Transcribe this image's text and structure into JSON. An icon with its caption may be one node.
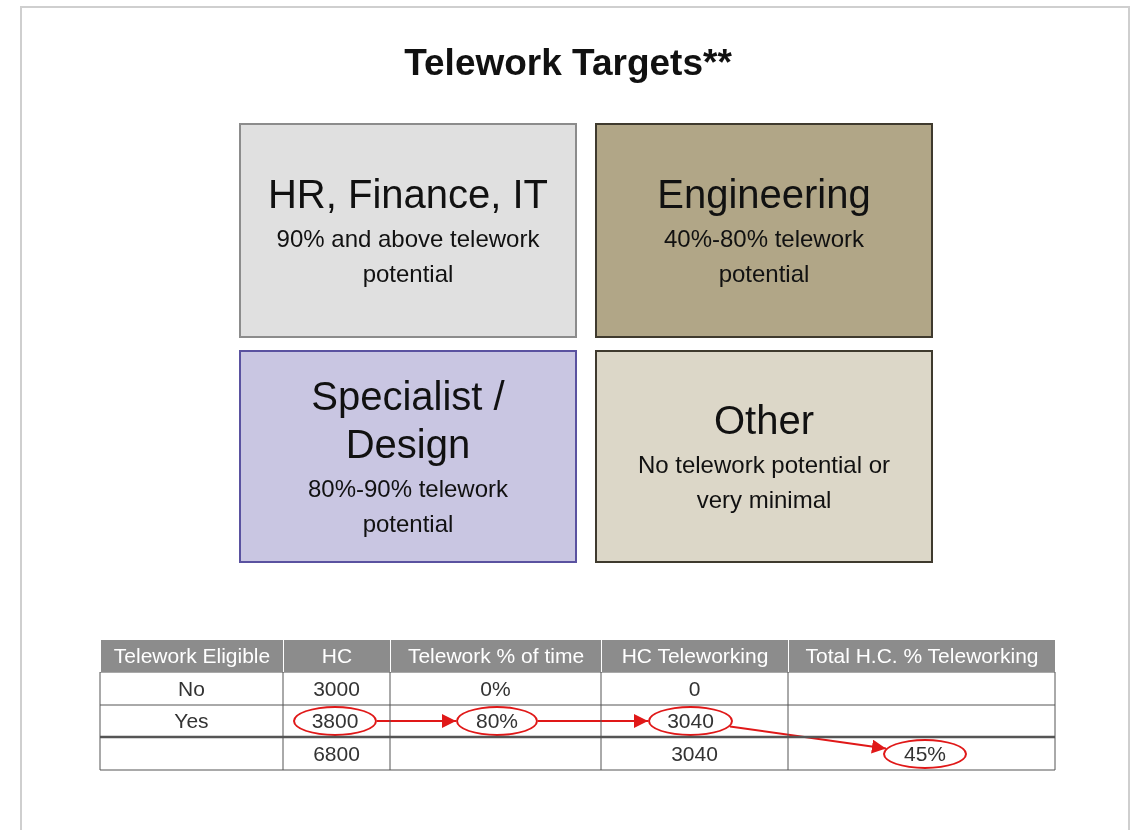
{
  "diagram": {
    "title": "Telework Targets**",
    "nodes": [
      {
        "text": [
          "HR, Finance, IT",
          "90% and above telework potential"
        ]
      },
      {
        "text": [
          "Engineering",
          "40%-80% telework potential"
        ]
      },
      {
        "text": [
          "Specialist / Design",
          "80%-90% telework potential"
        ]
      },
      {
        "text": [
          "Other",
          "No telework potential or very minimal"
        ]
      },
      {
        "text": [
          "3800"
        ]
      },
      {
        "text": [
          "80%"
        ]
      },
      {
        "text": [
          "3040"
        ]
      },
      {
        "text": [
          "45%"
        ]
      }
    ],
    "edges": [
      {
        "from": 4,
        "to": 5,
        "arrow": "to"
      },
      {
        "from": 5,
        "to": 6,
        "arrow": "to"
      },
      {
        "from": 6,
        "to": 7,
        "arrow": "to"
      }
    ],
    "labels": [
      "Telework Eligible",
      "HC",
      "Telework % of time",
      "HC Teleworking",
      "Total H.C. % Teleworking",
      "No",
      "3000",
      "0%",
      "0",
      "Yes",
      "6800",
      "3040"
    ]
  }
}
